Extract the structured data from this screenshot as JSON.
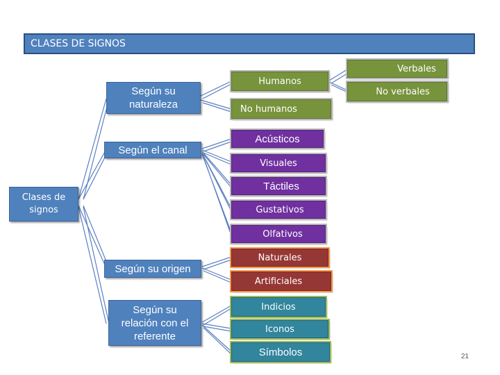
{
  "title": "CLASES DE SIGNOS",
  "root": "Clases de signos",
  "categories": {
    "naturaleza": "Según su naturaleza",
    "canal": "Según el canal",
    "origen": "Según su origen",
    "referente": "Según su relación con el referente"
  },
  "naturaleza_items": {
    "humanos": "Humanos",
    "no_humanos": "No humanos"
  },
  "humanos_items": {
    "verbales": "Verbales",
    "no_verbales": "No verbales"
  },
  "canal_items": {
    "acusticos": "Acústicos",
    "visuales": "Visuales",
    "tactiles": "Táctiles",
    "gustativos": "Gustativos",
    "olfativos": "Olfativos"
  },
  "origen_items": {
    "naturales": "Naturales",
    "artificiales": "Artificiales"
  },
  "referente_items": {
    "indicios": "Indicios",
    "iconos": "Iconos",
    "simbolos": "Símbolos"
  },
  "page_number": "21",
  "colors": {
    "root_and_categories": "#4f81bd",
    "naturaleza": "#77933c",
    "canal": "#7030a0",
    "origen": "#953735",
    "referente": "#31859c",
    "connector": "#5a7fc0"
  }
}
